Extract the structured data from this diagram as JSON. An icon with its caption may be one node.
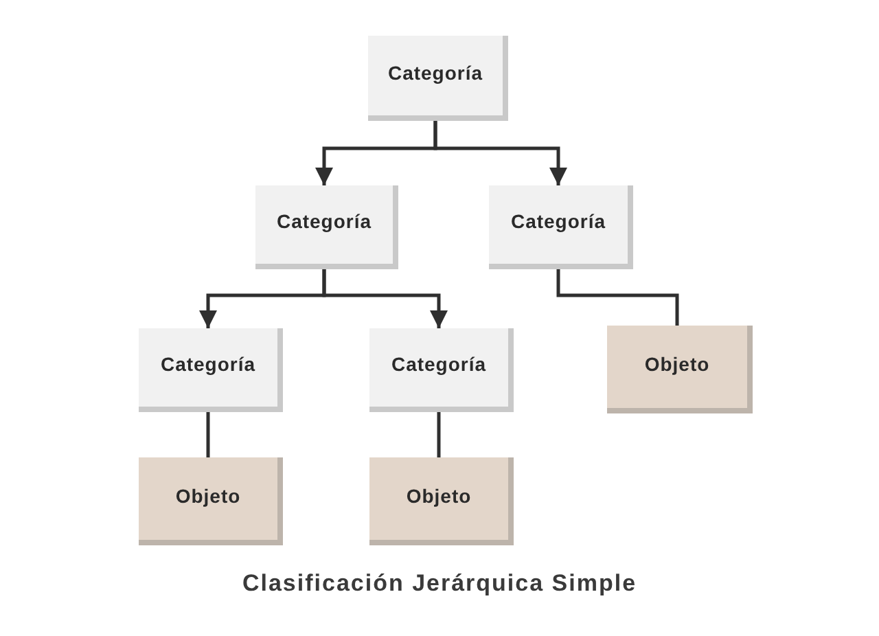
{
  "diagram": {
    "caption": "Clasificación Jerárquica Simple",
    "nodes": [
      {
        "text": [
          "Categoría"
        ]
      },
      {
        "text": [
          "Categoría"
        ]
      },
      {
        "text": [
          "Categoría"
        ]
      },
      {
        "text": [
          "Categoría"
        ]
      },
      {
        "text": [
          "Categoría"
        ]
      },
      {
        "text": [
          "Objeto"
        ]
      },
      {
        "text": [
          "Objeto"
        ]
      },
      {
        "text": [
          "Objeto"
        ]
      }
    ],
    "edges": [
      {
        "from": 0,
        "to": 1,
        "arrow": "to"
      },
      {
        "from": 0,
        "to": 2,
        "arrow": "to"
      },
      {
        "from": 1,
        "to": 3,
        "arrow": "to"
      },
      {
        "from": 1,
        "to": 4,
        "arrow": "to"
      },
      {
        "from": 2,
        "to": 5,
        "arrow": "none"
      },
      {
        "from": 3,
        "to": 6,
        "arrow": "none"
      },
      {
        "from": 4,
        "to": 7,
        "arrow": "none"
      }
    ]
  }
}
